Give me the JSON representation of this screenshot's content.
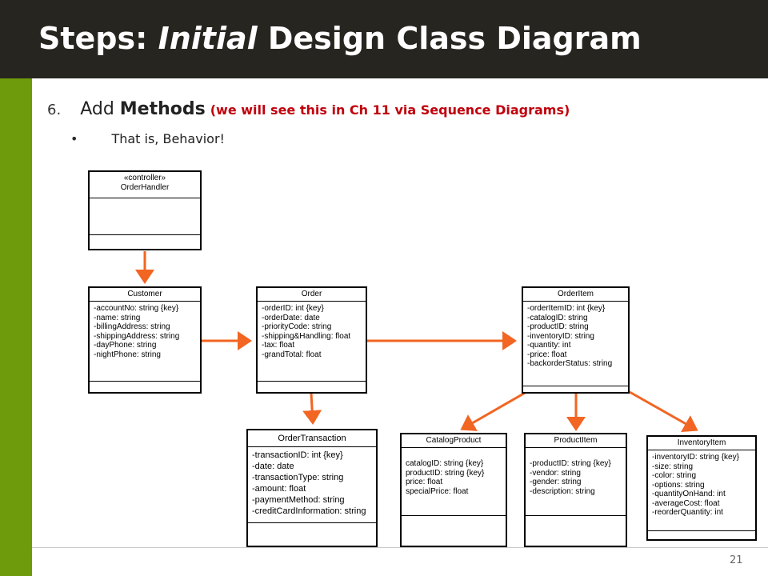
{
  "slide": {
    "title_prefix": "Steps: ",
    "title_italic": "Initial",
    "title_suffix": " Design Class Diagram",
    "bullet_number": "6.",
    "bullet_text": "Add ",
    "bullet_bold": "Methods",
    "bullet_note": "(we will see this in Ch 11 via Sequence Diagrams)",
    "sub_bullet_symbol": "•",
    "sub_bullet": "That is, Behavior!",
    "page_number": "21"
  },
  "colors": {
    "header_bg": "#262520",
    "sidebar": "#6e9b0b",
    "arrow": "#f26522",
    "note_red": "#c0000c"
  },
  "classes": {
    "order_handler": {
      "stereotype": "«controller»",
      "name": "OrderHandler",
      "attributes": []
    },
    "customer": {
      "name": "Customer",
      "attributes": [
        "-accountNo: string {key}",
        "-name: string",
        "-billingAddress: string",
        "-shippingAddress: string",
        "-dayPhone: string",
        "-nightPhone: string"
      ]
    },
    "order": {
      "name": "Order",
      "attributes": [
        "-orderID: int {key}",
        "-orderDate: date",
        "-priorityCode: string",
        "-shipping&Handling: float",
        "-tax: float",
        "-grandTotal: float"
      ]
    },
    "order_item": {
      "name": "OrderItem",
      "attributes": [
        "-orderItemID: int {key}",
        "-catalogID: string",
        "-productID: string",
        "-inventoryID: string",
        "-quantity: int",
        "-price: float",
        "-backorderStatus: string"
      ]
    },
    "order_transaction": {
      "name": "OrderTransaction",
      "attributes": [
        "-transactionID: int {key}",
        "-date: date",
        "-transactionType: string",
        "-amount: float",
        "-paymentMethod: string",
        "-creditCardInformation: string"
      ]
    },
    "catalog_product": {
      "name": "CatalogProduct",
      "attributes": [
        "catalogID: string {key}",
        "productID: string {key}",
        "price: float",
        "specialPrice: float"
      ]
    },
    "product_item": {
      "name": "ProductItem",
      "attributes": [
        "-productID: string {key}",
        "-vendor: string",
        "-gender: string",
        "-description: string"
      ]
    },
    "inventory_item": {
      "name": "InventoryItem",
      "attributes": [
        "-inventoryID: string {key}",
        "-size: string",
        "-color: string",
        "-options: string",
        "-quantityOnHand: int",
        "-averageCost: float",
        "-reorderQuantity: int"
      ]
    }
  }
}
